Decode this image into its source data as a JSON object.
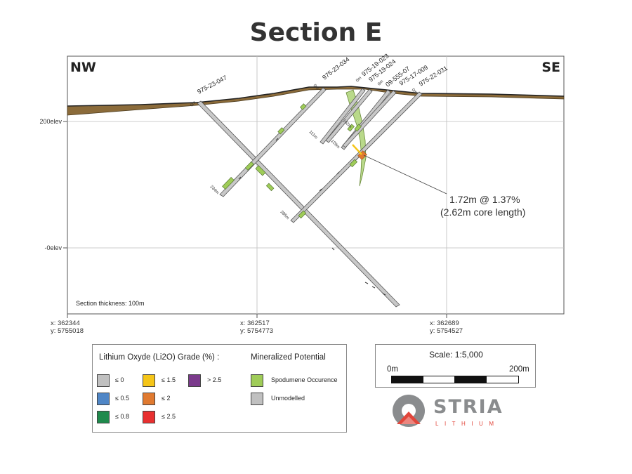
{
  "title": "Section E",
  "section": {
    "nw_label": "NW",
    "se_label": "SE",
    "elev_labels": [
      "200elev",
      "-0elev"
    ],
    "thickness_note": "Section thickness: 100m",
    "annotation_line1": "1.72m @ 1.37%",
    "annotation_line2": "(2.62m core length)",
    "holes": [
      "975-23-047",
      "975-23-034",
      "975-19-023",
      "975-19-024",
      "09-555-07",
      "975-17-009",
      "975-22-031"
    ],
    "depth_labels": [
      "234m",
      "285m",
      "0m",
      "0m",
      "0m",
      "0m",
      "0m",
      "111m",
      "129m",
      "162m"
    ],
    "colors": {
      "overburden": "#8b6b3a",
      "hole_fill": "#c8c8c8",
      "spodumene": "#9fcc58",
      "grid": "#bdbdbd",
      "highlight": "#e07a30"
    }
  },
  "coords": [
    {
      "x": "x:  362344",
      "y": "y:  5755018"
    },
    {
      "x": "x:  362517",
      "y": "y:  5754773"
    },
    {
      "x": "x:  362689",
      "y": "y:  5754527"
    }
  ],
  "legend": {
    "grade_title": "Lithium Oxyde (Li2O) Grade (%) :",
    "potential_title": "Mineralized Potential",
    "grades": [
      {
        "label": "≤ 0",
        "color": "#c0c0c0"
      },
      {
        "label": "≤ 0.5",
        "color": "#4f86c6"
      },
      {
        "label": "≤ 0.8",
        "color": "#1f8a4c"
      },
      {
        "label": "≤ 1.5",
        "color": "#f5c518"
      },
      {
        "label": "≤ 2",
        "color": "#e07a30"
      },
      {
        "label": "≤ 2.5",
        "color": "#e83030"
      },
      {
        "label": "> 2.5",
        "color": "#7b3a8c"
      }
    ],
    "potential": [
      {
        "label": "Spodumene Occurence",
        "color": "#9fcc58"
      },
      {
        "label": "Unmodelled",
        "color": "#c0c0c0"
      }
    ]
  },
  "scale": {
    "title": "Scale: 1:5,000",
    "left": "0m",
    "right": "200m"
  },
  "logo": {
    "name": "STRIA",
    "sub": "LITHIUM",
    "gray": "#8a8c8e",
    "red": "#e2463b"
  }
}
